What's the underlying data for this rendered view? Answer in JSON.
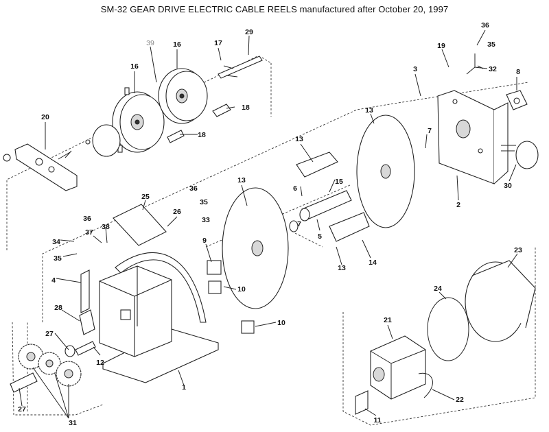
{
  "title": "SM-32 GEAR DRIVE ELECTRIC CABLE REELS manufactured after October 20, 1997",
  "callouts": [
    {
      "id": "c39",
      "text": "39",
      "grey": true
    },
    {
      "id": "c16a",
      "text": "16"
    },
    {
      "id": "c16b",
      "text": "16"
    },
    {
      "id": "c17",
      "text": "17"
    },
    {
      "id": "c29",
      "text": "29"
    },
    {
      "id": "c18a",
      "text": "18"
    },
    {
      "id": "c18b",
      "text": "18"
    },
    {
      "id": "c20",
      "text": "20"
    },
    {
      "id": "c36a",
      "text": "36"
    },
    {
      "id": "c35a",
      "text": "35"
    },
    {
      "id": "c32",
      "text": "32"
    },
    {
      "id": "c19",
      "text": "19"
    },
    {
      "id": "c3",
      "text": "3"
    },
    {
      "id": "c8",
      "text": "8"
    },
    {
      "id": "c13a",
      "text": "13"
    },
    {
      "id": "c13b",
      "text": "13"
    },
    {
      "id": "c13c",
      "text": "13"
    },
    {
      "id": "c13d",
      "text": "13"
    },
    {
      "id": "c7a",
      "text": "7"
    },
    {
      "id": "c7b",
      "text": "7"
    },
    {
      "id": "c6",
      "text": "6"
    },
    {
      "id": "c15",
      "text": "15"
    },
    {
      "id": "c5",
      "text": "5"
    },
    {
      "id": "c14",
      "text": "14"
    },
    {
      "id": "c2",
      "text": "2"
    },
    {
      "id": "c30",
      "text": "30"
    },
    {
      "id": "c25",
      "text": "25"
    },
    {
      "id": "c36b",
      "text": "36"
    },
    {
      "id": "c36c",
      "text": "36"
    },
    {
      "id": "c35b",
      "text": "35"
    },
    {
      "id": "c35c",
      "text": "35"
    },
    {
      "id": "c26",
      "text": "26"
    },
    {
      "id": "c33",
      "text": "33"
    },
    {
      "id": "c34",
      "text": "34"
    },
    {
      "id": "c37",
      "text": "37"
    },
    {
      "id": "c38",
      "text": "38"
    },
    {
      "id": "c9",
      "text": "9"
    },
    {
      "id": "c10a",
      "text": "10"
    },
    {
      "id": "c10b",
      "text": "10"
    },
    {
      "id": "c4",
      "text": "4"
    },
    {
      "id": "c28",
      "text": "28"
    },
    {
      "id": "c27a",
      "text": "27"
    },
    {
      "id": "c27b",
      "text": "27"
    },
    {
      "id": "c12",
      "text": "12"
    },
    {
      "id": "c1",
      "text": "1"
    },
    {
      "id": "c31",
      "text": "31"
    },
    {
      "id": "c23",
      "text": "23"
    },
    {
      "id": "c24",
      "text": "24"
    },
    {
      "id": "c21",
      "text": "21"
    },
    {
      "id": "c22",
      "text": "22"
    },
    {
      "id": "c11",
      "text": "11"
    }
  ]
}
